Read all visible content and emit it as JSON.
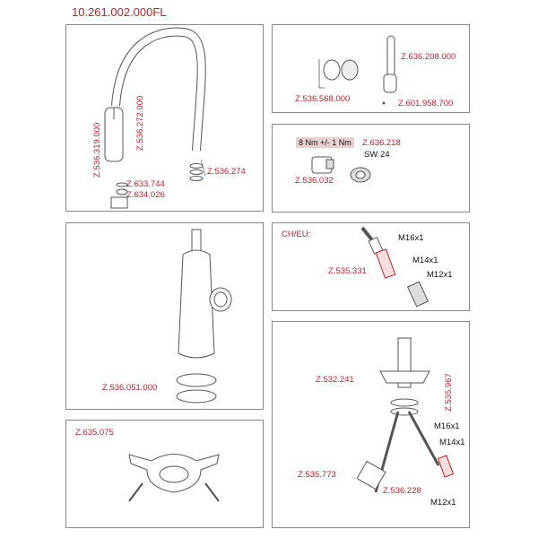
{
  "title": "10.261.002.000FL",
  "panels": {
    "faucet": {
      "labels": [
        "Z.536.272.000",
        "Z.536.319.000",
        "Z.633.744",
        "Z.634.026",
        "Z.536.274"
      ]
    },
    "handle": {
      "labels": [
        "Z.636.208.000",
        "Z.536.568.000",
        "Z.601.958.700"
      ]
    },
    "cartridge": {
      "torque": "8 Nm +/- 1 Nm",
      "labels": [
        "Z.636.218",
        "SW 24",
        "Z.536.032"
      ]
    },
    "hoses_cheu": {
      "heading": "CH/EU:",
      "labels": [
        "M16x1",
        "M14x1",
        "Z.535.331",
        "M12x1"
      ]
    },
    "body": {
      "labels": [
        "Z.536.051.000"
      ]
    },
    "mounting": {
      "labels": [
        "Z.532.241",
        "Z.535.967",
        "M16x1",
        "M14x1",
        "Z.535.773",
        "Z.536.228",
        "M12x1"
      ]
    },
    "tool": {
      "labels": [
        "Z.635.075"
      ]
    }
  }
}
